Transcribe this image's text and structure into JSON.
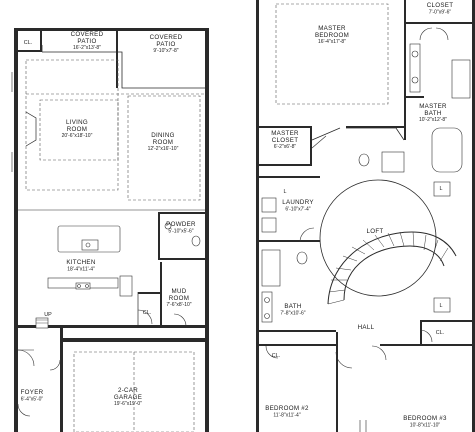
{
  "first_floor": {
    "rooms": [
      {
        "key": "cl_top",
        "name": "CL.",
        "dims": ""
      },
      {
        "key": "covered_patio_1",
        "name": "COVERED\nPATIO",
        "dims": "16'-2\"x13'-8\""
      },
      {
        "key": "covered_patio_2",
        "name": "COVERED\nPATIO",
        "dims": "9'-10\"x7'-8\""
      },
      {
        "key": "living_room",
        "name": "LIVING\nROOM",
        "dims": "20'-6\"x18'-10\""
      },
      {
        "key": "dining_room",
        "name": "DINING\nROOM",
        "dims": "12'-2\"x16'-10\""
      },
      {
        "key": "kitchen",
        "name": "KITCHEN",
        "dims": "18'-4\"x11'-4\""
      },
      {
        "key": "powder",
        "name": "POWDER",
        "dims": "5'-10\"x5'-6\""
      },
      {
        "key": "mud_room",
        "name": "MUD\nROOM",
        "dims": "7'-6\"x8'-10\""
      },
      {
        "key": "cl_garage",
        "name": "CL.",
        "dims": ""
      },
      {
        "key": "up",
        "name": "UP",
        "dims": ""
      },
      {
        "key": "garage",
        "name": "2-CAR\nGARAGE",
        "dims": "19'-6\"x19'-0\""
      },
      {
        "key": "foyer",
        "name": "FOYER",
        "dims": "6'-4\"x5'-0\""
      }
    ]
  },
  "second_floor": {
    "rooms": [
      {
        "key": "closet",
        "name": "CLOSET",
        "dims": "7'-0\"x9'-6\""
      },
      {
        "key": "master_bedroom",
        "name": "MASTER\nBEDROOM",
        "dims": "16'-4\"x17'-8\""
      },
      {
        "key": "master_bath",
        "name": "MASTER\nBATH",
        "dims": "10'-2\"x12'-8\""
      },
      {
        "key": "master_closet",
        "name": "MASTER\nCLOSET",
        "dims": "6'-2\"x6'-8\""
      },
      {
        "key": "laundry",
        "name": "LAUNDRY",
        "dims": "6'-10\"x7'-4\""
      },
      {
        "key": "loft",
        "name": "LOFT",
        "dims": ""
      },
      {
        "key": "bath",
        "name": "BATH",
        "dims": "7'-8\"x10'-6\""
      },
      {
        "key": "hall",
        "name": "HALL",
        "dims": ""
      },
      {
        "key": "cl_hall",
        "name": "CL.",
        "dims": ""
      },
      {
        "key": "cl_bed2",
        "name": "CL.",
        "dims": ""
      },
      {
        "key": "bedroom_2",
        "name": "BEDROOM #2",
        "dims": "11'-8\"x11'-4\""
      },
      {
        "key": "bedroom_3",
        "name": "BEDROOM #3",
        "dims": "10'-8\"x11'-10\""
      },
      {
        "key": "l1",
        "name": "L",
        "dims": ""
      },
      {
        "key": "l2",
        "name": "L",
        "dims": ""
      },
      {
        "key": "l3",
        "name": "L",
        "dims": ""
      }
    ]
  }
}
